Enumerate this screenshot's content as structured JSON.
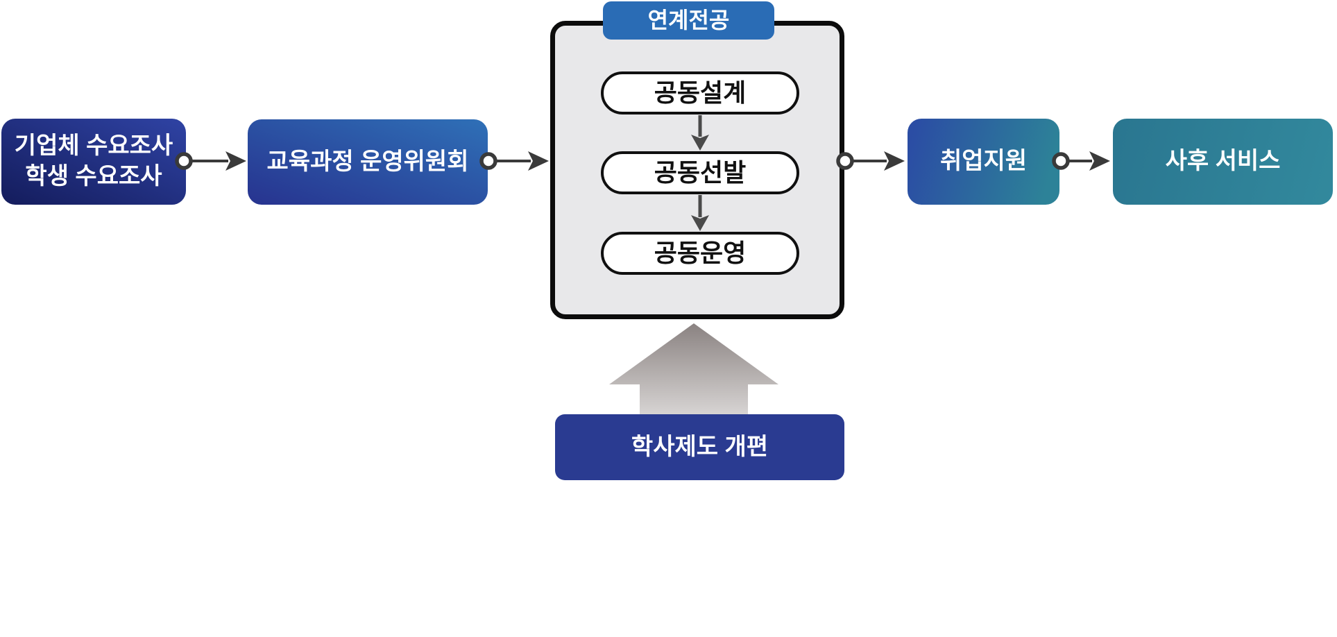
{
  "flow": {
    "demand_box": {
      "line1": "기업체 수요조사",
      "line2": "학생 수요조사"
    },
    "committee_box": {
      "label": "교육과정 운영위원회"
    },
    "linked_major": {
      "tag": "연계전공",
      "steps": [
        {
          "label": "공동설계"
        },
        {
          "label": "공동선발"
        },
        {
          "label": "공동운영"
        }
      ]
    },
    "employment_box": {
      "label": "취업지원"
    },
    "after_service_box": {
      "label": "사후 서비스"
    },
    "reform_box": {
      "label": "학사제도 개편"
    }
  },
  "colors": {
    "navy_gradient_dark": "#141c5c",
    "navy_gradient_light": "#2f43a4",
    "committee_dark": "#27338f",
    "committee_light": "#2f70b7",
    "tag_blue": "#2a6cb5",
    "container_fill": "#e8e8ea",
    "container_border": "#0c0c0c",
    "pill_fill": "#ffffff",
    "pill_border": "#101010",
    "employment_navy": "#2b4da4",
    "employment_teal": "#2d8298",
    "after_service_teal": "#2a7690",
    "reform_navy": "#2a3b91",
    "connector_gray": "#3a3a3a",
    "step_arrow_gray": "#4a4a4a",
    "up_arrow_top": "#8a8281",
    "up_arrow_bottom": "#d8d5d4",
    "background": "#ffffff"
  }
}
